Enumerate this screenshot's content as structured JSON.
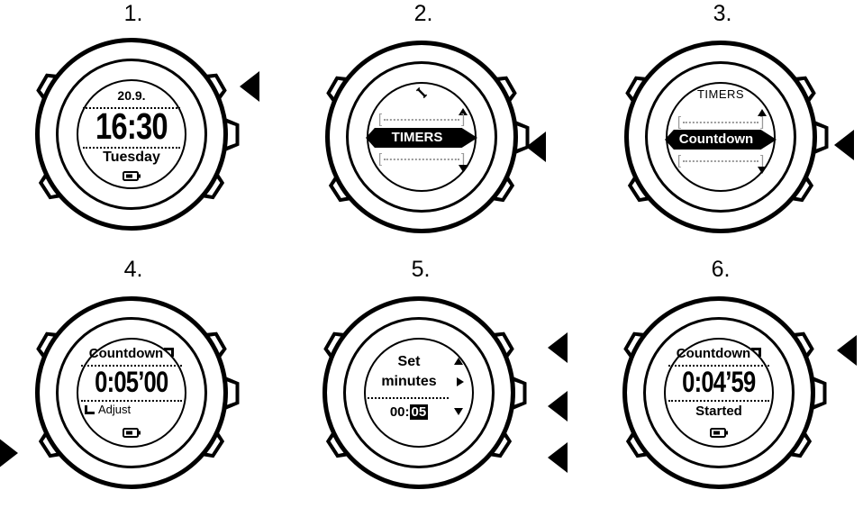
{
  "palette": {
    "ink": "#000000",
    "paper": "#ffffff",
    "muted_bracket": "#999999"
  },
  "steps": [
    {
      "label": "1.",
      "screen": {
        "date": "20.9.",
        "time": "16:30",
        "weekday": "Tuesday",
        "icons": [
          "battery-icon"
        ]
      },
      "press": [
        "top-right"
      ]
    },
    {
      "label": "2.",
      "screen": {
        "icons": [
          "wrench-icon",
          "up-triangle-icon",
          "down-triangle-icon"
        ],
        "selected": "TIMERS"
      },
      "press": [
        "middle-right"
      ]
    },
    {
      "label": "3.",
      "screen": {
        "header": "TIMERS",
        "icons": [
          "up-triangle-icon",
          "down-triangle-icon"
        ],
        "selected": "Countdown"
      },
      "press": [
        "middle-right"
      ]
    },
    {
      "label": "4.",
      "screen": {
        "title": "Countdown",
        "value": "0:05’00",
        "hint": "Adjust",
        "icons": [
          "top-right-hook-icon",
          "bottom-left-hook-icon",
          "battery-icon"
        ]
      },
      "press": [
        "bottom-left"
      ]
    },
    {
      "label": "5.",
      "screen": {
        "prompt_line1": "Set",
        "prompt_line2": "minutes",
        "value_prefix": "00:",
        "value_selected": "05",
        "icons": [
          "up-triangle-icon",
          "right-triangle-icon",
          "down-triangle-icon"
        ]
      },
      "press": [
        "top-right",
        "middle-right",
        "bottom-right"
      ]
    },
    {
      "label": "6.",
      "screen": {
        "title": "Countdown",
        "value": "0:04’59",
        "status": "Started",
        "icons": [
          "top-right-hook-icon",
          "battery-icon"
        ]
      },
      "press": [
        "top-right"
      ]
    }
  ]
}
